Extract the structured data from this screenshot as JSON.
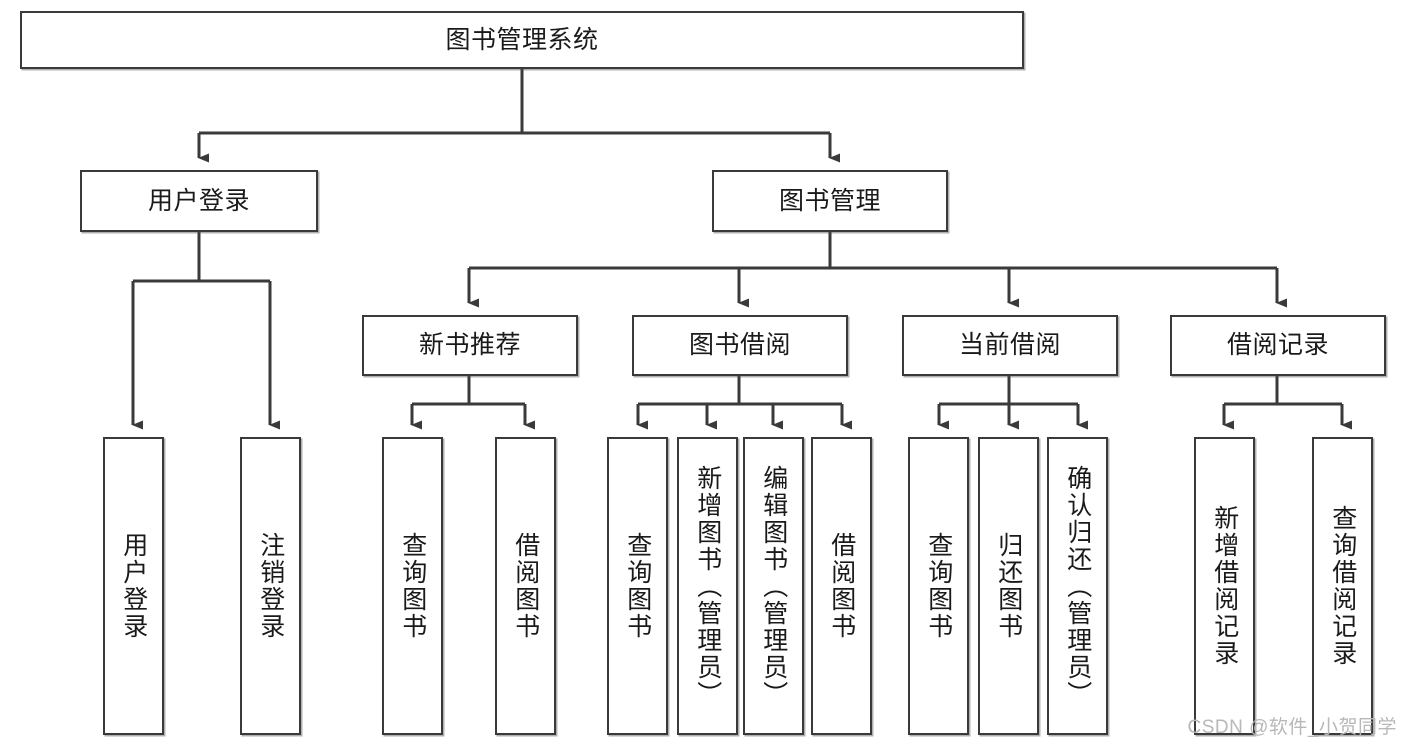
{
  "diagram": {
    "title": "图书管理系统",
    "root": {
      "id": "root",
      "label": "图书管理系统"
    },
    "level2": [
      {
        "id": "user-login",
        "label": "用户登录"
      },
      {
        "id": "book-management",
        "label": "图书管理"
      }
    ],
    "level3": [
      {
        "id": "new-book-recommend",
        "label": "新书推荐"
      },
      {
        "id": "book-borrow",
        "label": "图书借阅"
      },
      {
        "id": "current-borrow",
        "label": "当前借阅"
      },
      {
        "id": "borrow-record",
        "label": "借阅记录"
      }
    ],
    "leaves": {
      "user-login": [
        {
          "id": "user-login-action",
          "label": "用户登录"
        },
        {
          "id": "user-logout-action",
          "label": "注销登录"
        }
      ],
      "new-book-recommend": [
        {
          "id": "query-book-1",
          "label": "查询图书"
        },
        {
          "id": "borrow-book-1",
          "label": "借阅图书"
        }
      ],
      "book-borrow": [
        {
          "id": "query-book-2",
          "label": "查询图书"
        },
        {
          "id": "add-book-admin",
          "label": "新增图书（管理员）"
        },
        {
          "id": "edit-book-admin",
          "label": "编辑图书（管理员）"
        },
        {
          "id": "borrow-book-2",
          "label": "借阅图书"
        }
      ],
      "current-borrow": [
        {
          "id": "query-book-3",
          "label": "查询图书"
        },
        {
          "id": "return-book",
          "label": "归还图书"
        },
        {
          "id": "confirm-return-admin",
          "label": "确认归还（管理员）"
        }
      ],
      "borrow-record": [
        {
          "id": "add-borrow-record",
          "label": "新增借阅记录"
        },
        {
          "id": "query-borrow-record",
          "label": "查询借阅记录"
        }
      ]
    }
  },
  "watermark": {
    "text": "CSDN @软件_小贺同学"
  },
  "colors": {
    "border": "#3a3a3a",
    "text": "#1a1a1a",
    "background": "#ffffff",
    "watermark": "#b8b8b8"
  }
}
